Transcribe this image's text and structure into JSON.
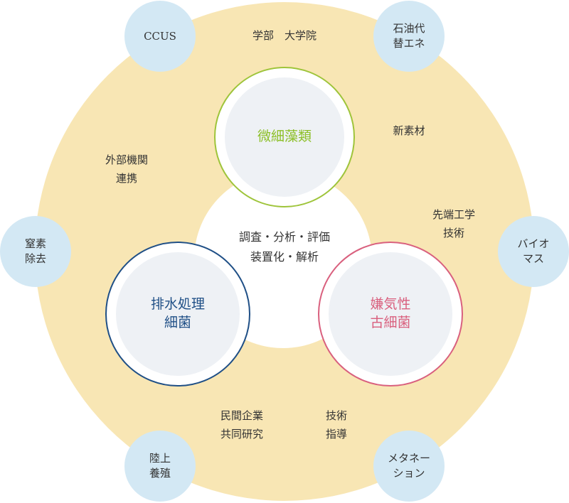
{
  "center": {
    "text": "調査・分析・評価\n装置化・解析"
  },
  "cores": {
    "top": "微細藻類",
    "left": "排水処理\n細菌",
    "right": "嫌気性\n古細菌"
  },
  "satellites": {
    "ccus": "CCUS",
    "fossil": "石油代\n替エネ",
    "nitrogen": "窒素\n除去",
    "biomass": "バイオ\nマス",
    "aquaculture": "陸上\n養殖",
    "methanation": "メタネー\nション"
  },
  "labels": {
    "academia": "学部　大学院",
    "new_material": "新素材",
    "external": "外部機関\n連携",
    "advanced_tech": "先端工学\n技術",
    "private": "民間企業\n共同研究",
    "guidance": "技術\n指導"
  },
  "colors": {
    "ring": "#f8e6b4",
    "satellite": "#d3e8f4",
    "microalgae": "#8cbf27",
    "wastewater": "#1f4f86",
    "anaerobic": "#d9607e"
  }
}
